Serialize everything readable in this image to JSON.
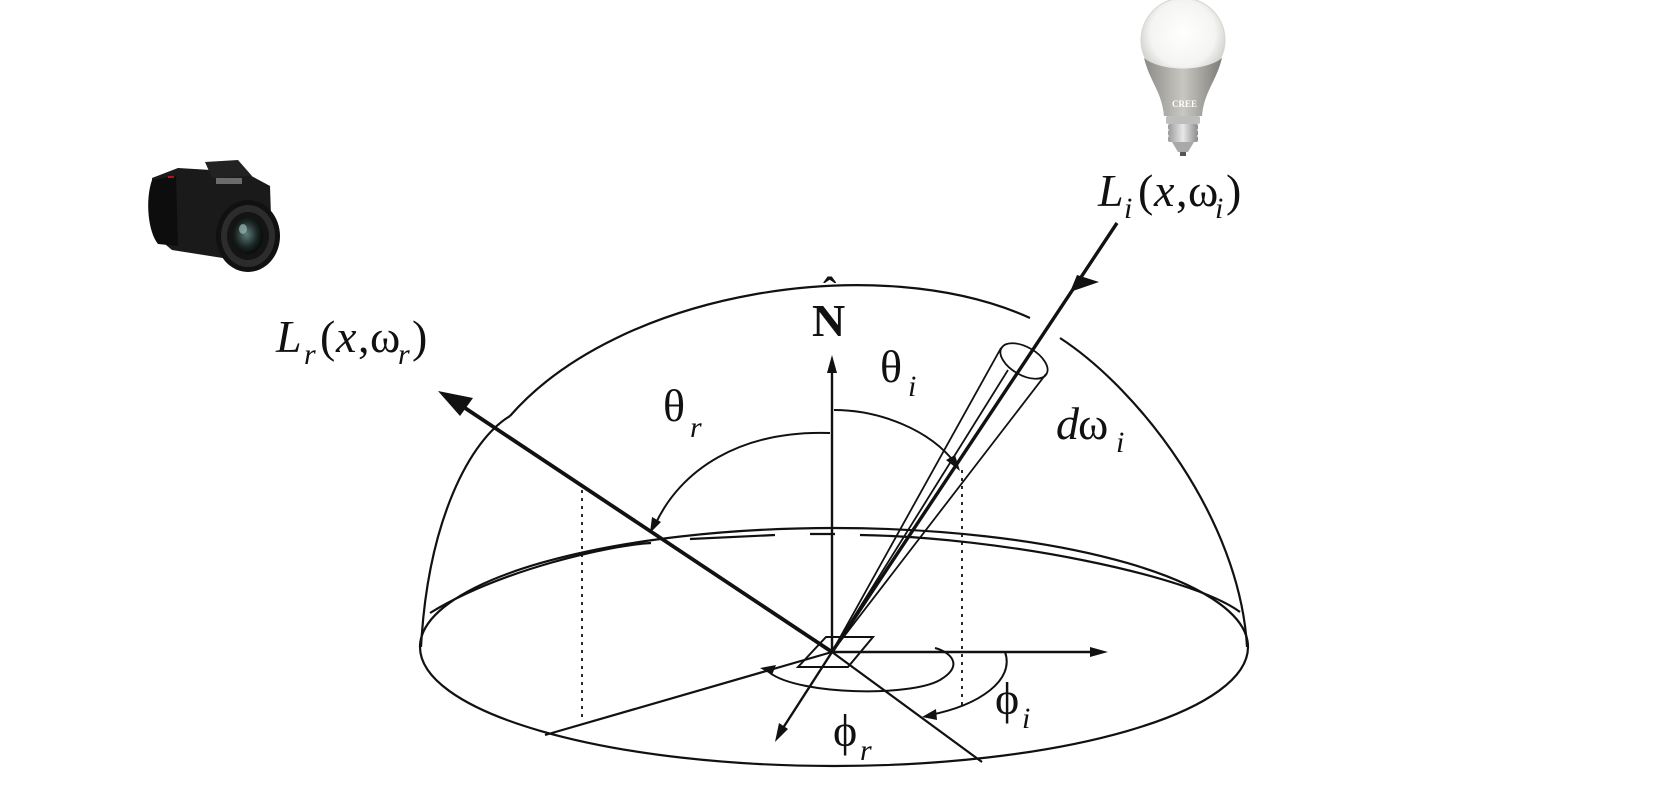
{
  "labels": {
    "normal": {
      "symbol": "N",
      "hat": "ˆ"
    },
    "incident_radiance": {
      "L": "L",
      "sub": "i",
      "open": "(",
      "x": "x",
      "comma": ",",
      "omega": "ω",
      "omega_sub": "i",
      "close": ")"
    },
    "reflected_radiance": {
      "L": "L",
      "sub": "r",
      "open": "(",
      "x": "x",
      "comma": ",",
      "omega": "ω",
      "omega_sub": "r",
      "close": ")"
    },
    "theta_i": {
      "symbol": "θ",
      "sub": "i"
    },
    "theta_r": {
      "symbol": "θ",
      "sub": "r"
    },
    "d_omega_i": {
      "d": "d",
      "omega": "ω",
      "sub": "i"
    },
    "phi_i": {
      "symbol": "ϕ",
      "sub": "i"
    },
    "phi_r": {
      "symbol": "ϕ",
      "sub": "r"
    }
  },
  "icons": {
    "camera": "camera-icon",
    "light_bulb": "light-bulb-icon",
    "bulb_brand": "CREE"
  },
  "colors": {
    "ink": "#111111",
    "background": "#ffffff"
  }
}
